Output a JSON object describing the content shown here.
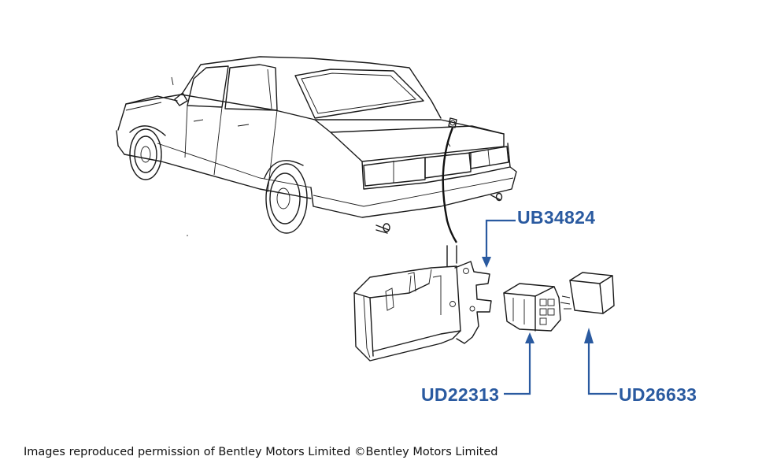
{
  "labels": {
    "relay_bracket": "UB34824",
    "relay_base": "UD22313",
    "relay": "UD26633"
  },
  "credit": "Images reproduced permission of Bentley Motors Limited ©Bentley Motors Limited",
  "colors": {
    "callout": "#2a5aa0",
    "ink": "#1a1a1a",
    "background": "#ffffff"
  }
}
